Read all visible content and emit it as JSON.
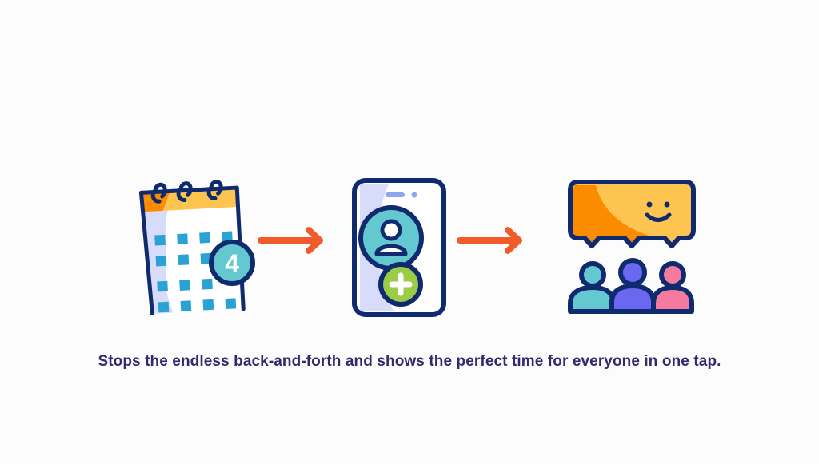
{
  "flow": {
    "steps": [
      {
        "name": "calendar",
        "icon": "calendar-icon",
        "badge_number": "4"
      },
      {
        "name": "phone-add-contact",
        "icon": "phone-add-user-icon"
      },
      {
        "name": "group-chat",
        "icon": "group-speech-bubble-icon"
      }
    ],
    "connectors": [
      "arrow-right-icon",
      "arrow-right-icon"
    ]
  },
  "caption": "Stops the endless back-and-forth and shows the perfect time for everyone in one tap.",
  "colors": {
    "background": "#fcfcfd",
    "outline": "#0f2a6e",
    "caption_text": "#35286b",
    "arrow": "#f15a29",
    "calendar_header_orange": "#fb8c00",
    "calendar_header_yellow": "#fdc54f",
    "calendar_cell_blue": "#2aa3d4",
    "calendar_page": "#ffffff",
    "calendar_shade": "#d6dcfa",
    "teal": "#63c8cf",
    "green": "#9acd45",
    "purple": "#6a67f0",
    "pink": "#f57aa0",
    "phone_screen_shade": "#d6dcfa",
    "phone_speaker": "#8fa6ee"
  }
}
